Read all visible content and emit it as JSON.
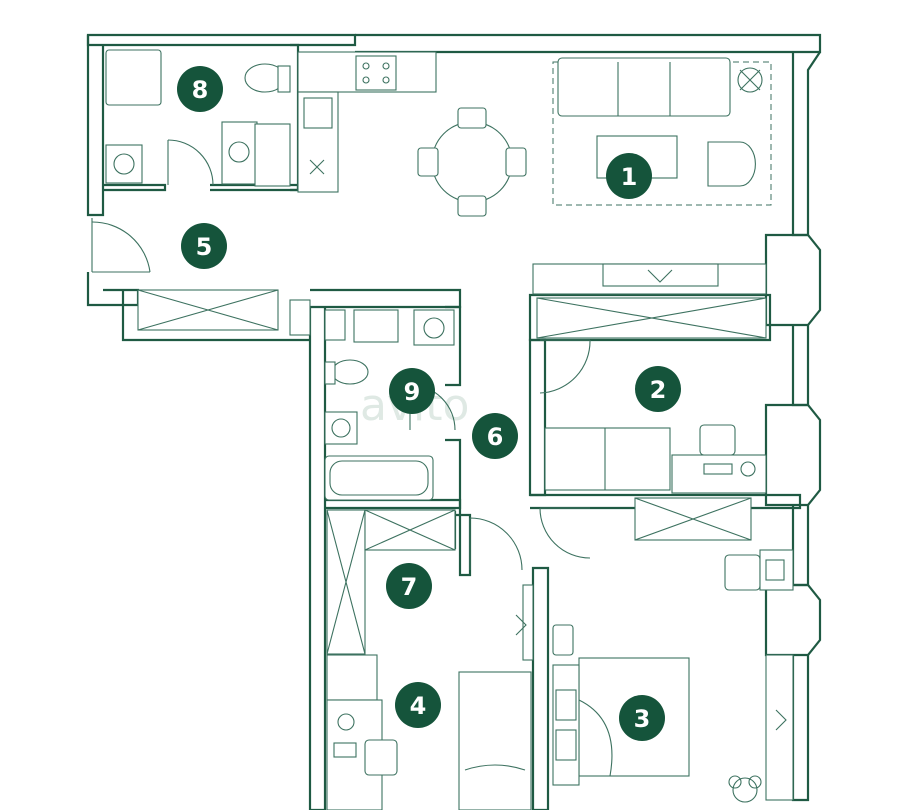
{
  "watermark": "avito",
  "rooms": [
    {
      "label": "1"
    },
    {
      "label": "2"
    },
    {
      "label": "3"
    },
    {
      "label": "4"
    },
    {
      "label": "5"
    },
    {
      "label": "6"
    },
    {
      "label": "7"
    },
    {
      "label": "8"
    },
    {
      "label": "9"
    }
  ],
  "colors": {
    "marker_fill": "#15543b",
    "wall": "#1f5a43",
    "furniture_line": "#3d7260"
  }
}
